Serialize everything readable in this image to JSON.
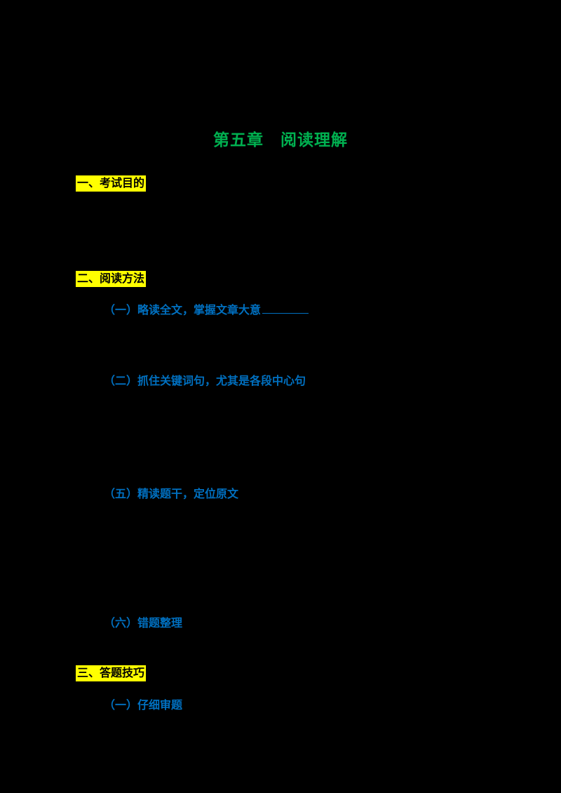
{
  "document": {
    "title": "第五章　阅读理解",
    "sections": [
      {
        "label": "一、考试目的"
      },
      {
        "label": "二、阅读方法"
      },
      {
        "label": "三、答题技巧"
      }
    ],
    "subheadings": [
      {
        "label": "（一）略读全文，掌握文章大意",
        "has_blank": true
      },
      {
        "label": "（二）抓住关键词句，尤其是各段中心句",
        "has_blank": false
      },
      {
        "label": "（五）精读题干，定位原文",
        "has_blank": false
      },
      {
        "label": "（六）错题整理",
        "has_blank": false
      },
      {
        "label": "（一）仔细审题",
        "has_blank": false
      }
    ],
    "colors": {
      "background": "#000000",
      "title": "#00B050",
      "highlight": "#FFFF00",
      "heading_text": "#000000",
      "subheading": "#0070C0"
    }
  }
}
